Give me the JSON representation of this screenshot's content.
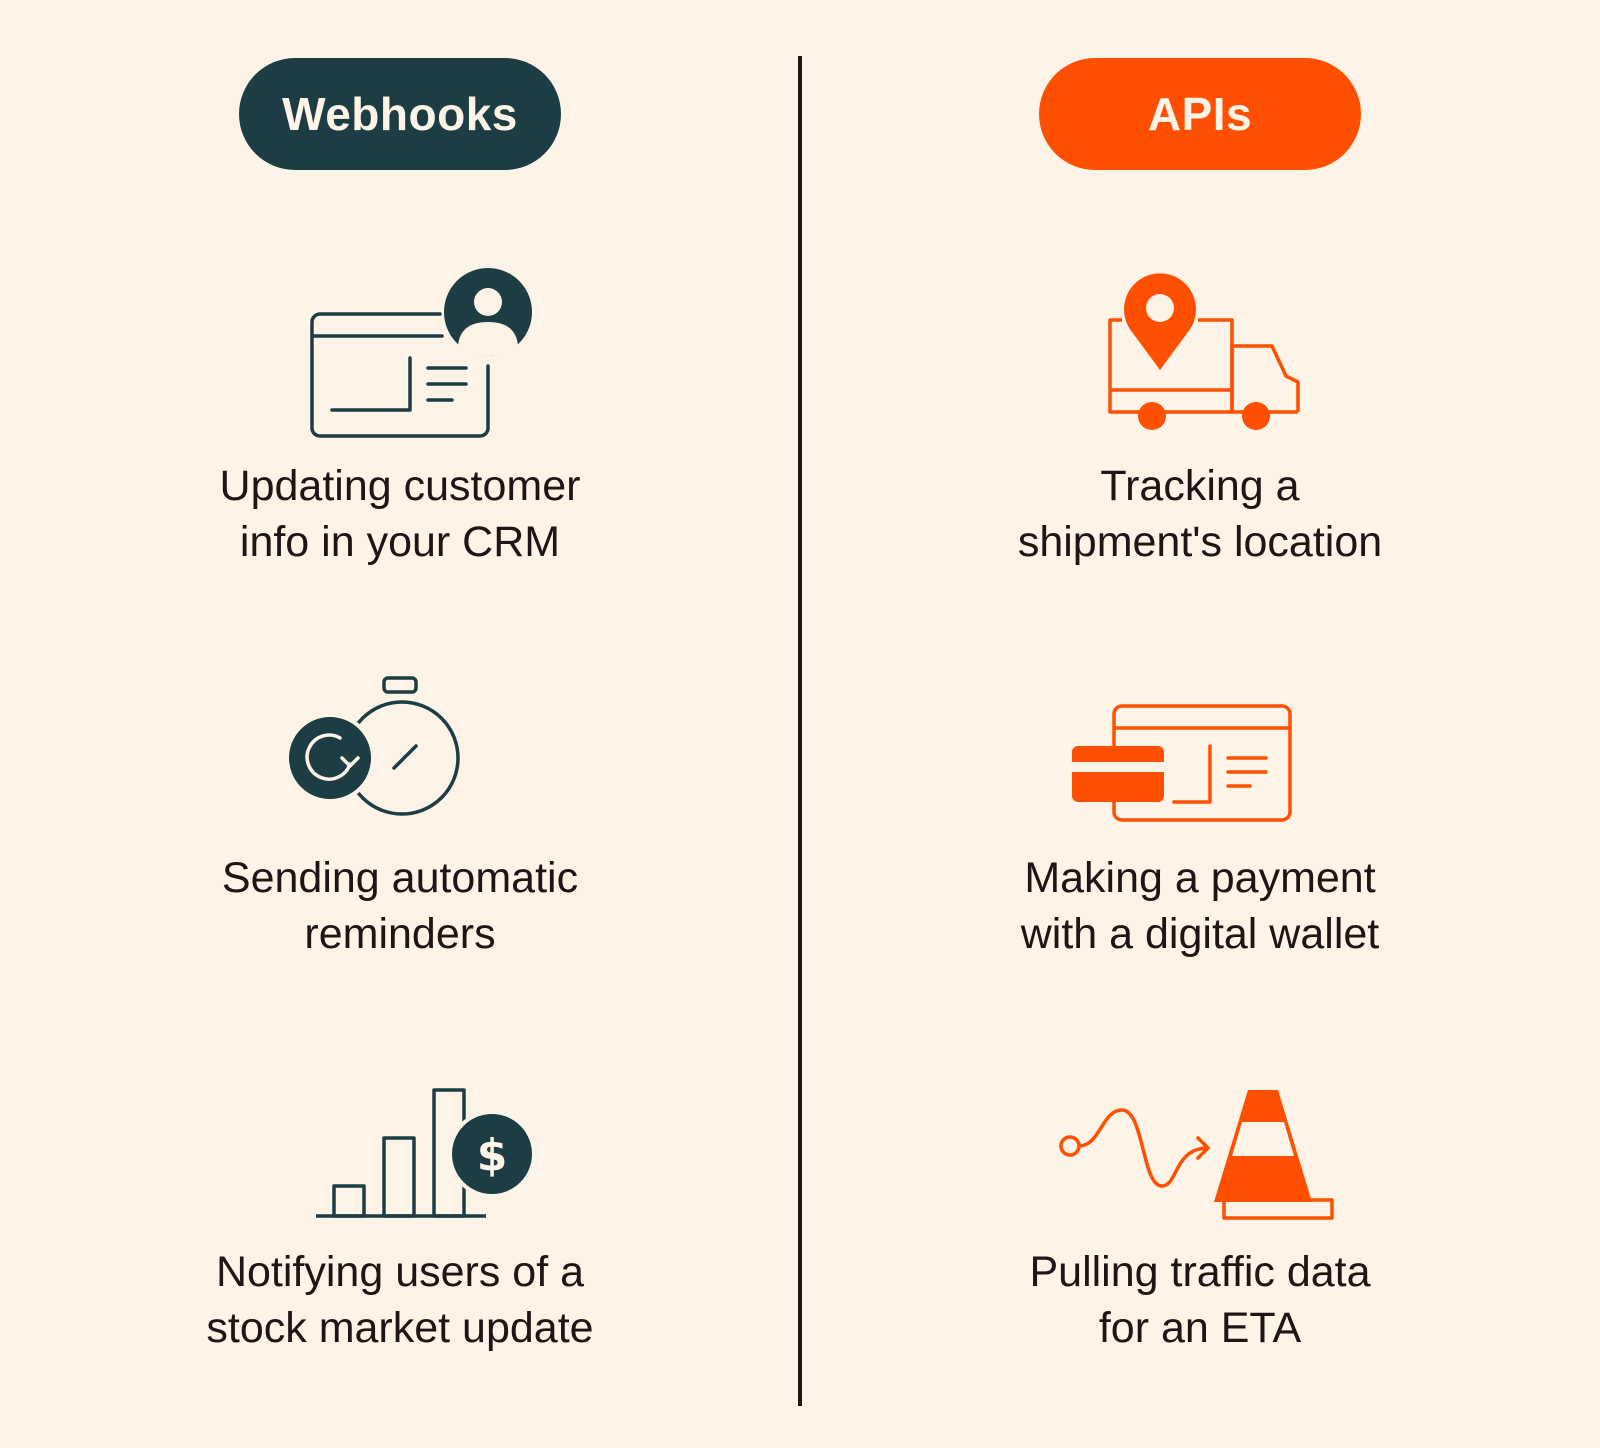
{
  "columns": {
    "webhooks": {
      "title": "Webhooks",
      "color": "#1c3d44",
      "items": [
        {
          "icon": "crm-window-user-icon",
          "line1": "Updating customer",
          "line2": "info in your CRM"
        },
        {
          "icon": "stopwatch-refresh-icon",
          "line1": "Sending automatic",
          "line2": "reminders"
        },
        {
          "icon": "bar-chart-dollar-icon",
          "line1": "Notifying users of a",
          "line2": "stock market update"
        }
      ]
    },
    "apis": {
      "title": "APIs",
      "color": "#ff4f00",
      "items": [
        {
          "icon": "truck-location-pin-icon",
          "line1": "Tracking a",
          "line2": "shipment's location"
        },
        {
          "icon": "credit-card-window-icon",
          "line1": "Making a payment",
          "line2": "with a digital wallet"
        },
        {
          "icon": "route-traffic-cone-icon",
          "line1": "Pulling traffic data",
          "line2": "for an ETA"
        }
      ]
    }
  },
  "background": "#fdf3e7",
  "text_color": "#201515"
}
